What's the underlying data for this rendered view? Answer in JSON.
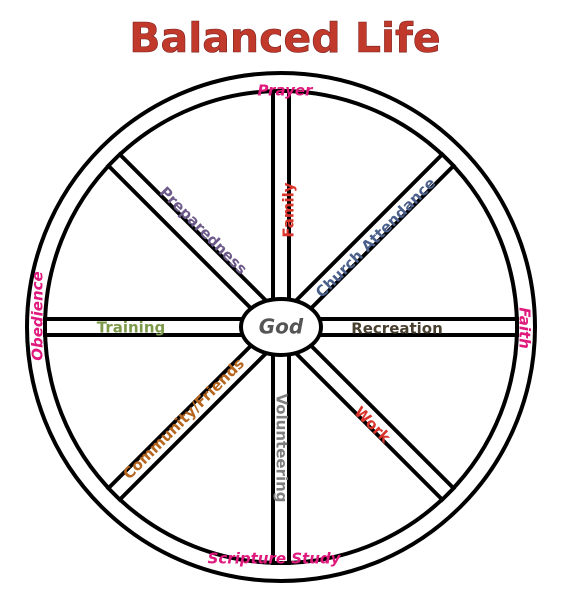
{
  "title": "Balanced Life",
  "hub": {
    "label": "God",
    "color": "#555555"
  },
  "rim": {
    "prayer": {
      "label": "Prayer",
      "color": "#e0197d"
    },
    "faith": {
      "label": "Faith",
      "color": "#e0197d"
    },
    "scripture": {
      "label": "Scripture Study",
      "color": "#e0197d"
    },
    "obedience": {
      "label": "Obedience",
      "color": "#e0197d"
    }
  },
  "spokes": {
    "family": {
      "label": "Family",
      "color": "#d9342b"
    },
    "church": {
      "label": "Church Attendance",
      "color": "#4a5f8a"
    },
    "recreation": {
      "label": "Recreation",
      "color": "#4a4030"
    },
    "work": {
      "label": "Work",
      "color": "#d9342b"
    },
    "volunteering": {
      "label": "Volunteering",
      "color": "#7f7f7f"
    },
    "community": {
      "label": "Community/Friends",
      "color": "#b5651d"
    },
    "training": {
      "label": "Training",
      "color": "#7d9a4a"
    },
    "preparedness": {
      "label": "Preparedness",
      "color": "#6d5a8a"
    }
  }
}
